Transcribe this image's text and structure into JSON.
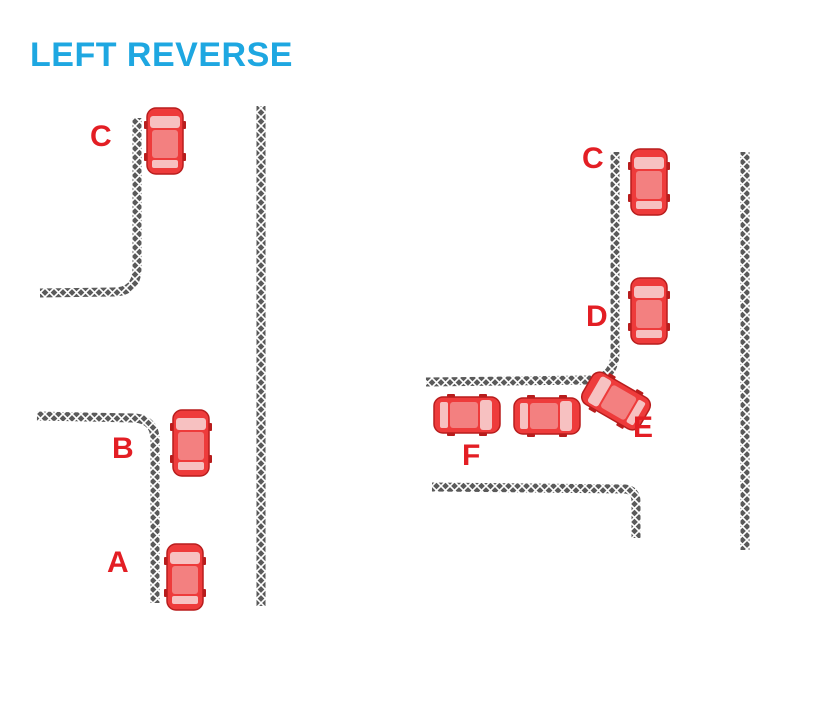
{
  "title": "LEFT REVERSE",
  "colors": {
    "title": "#1ea7e1",
    "label": "#e31e24",
    "car_body": "#ee3b3b",
    "car_roof": "#f38080",
    "kerb": "#5a5a5a"
  },
  "left_diagram": {
    "labels": {
      "a": "A",
      "b": "B",
      "c": "C"
    }
  },
  "right_diagram": {
    "labels": {
      "c": "C",
      "d": "D",
      "e": "E",
      "f": "F"
    }
  }
}
